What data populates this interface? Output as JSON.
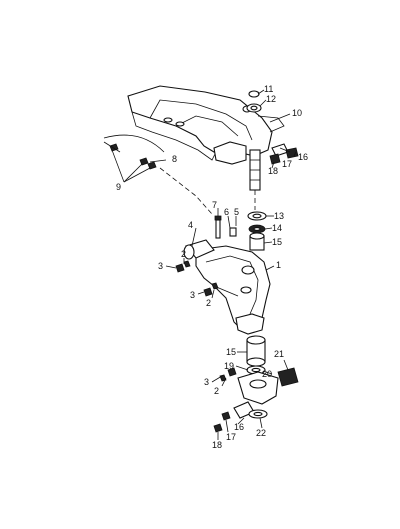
{
  "callouts": {
    "c1": "1",
    "c2a": "2",
    "c2b": "2",
    "c2c": "2",
    "c3a": "3",
    "c3b": "3",
    "c3c": "3",
    "c4": "4",
    "c5": "5",
    "c6": "6",
    "c7": "7",
    "c8": "8",
    "c9": "9",
    "c10": "10",
    "c11": "11",
    "c12": "12",
    "c13": "13",
    "c14": "14",
    "c15a": "15",
    "c15b": "15",
    "c16a": "16",
    "c16b": "16",
    "c17a": "17",
    "c17b": "17",
    "c18a": "18",
    "c18b": "18",
    "c19": "19",
    "c20": "20",
    "c21": "21",
    "c22": "22"
  }
}
